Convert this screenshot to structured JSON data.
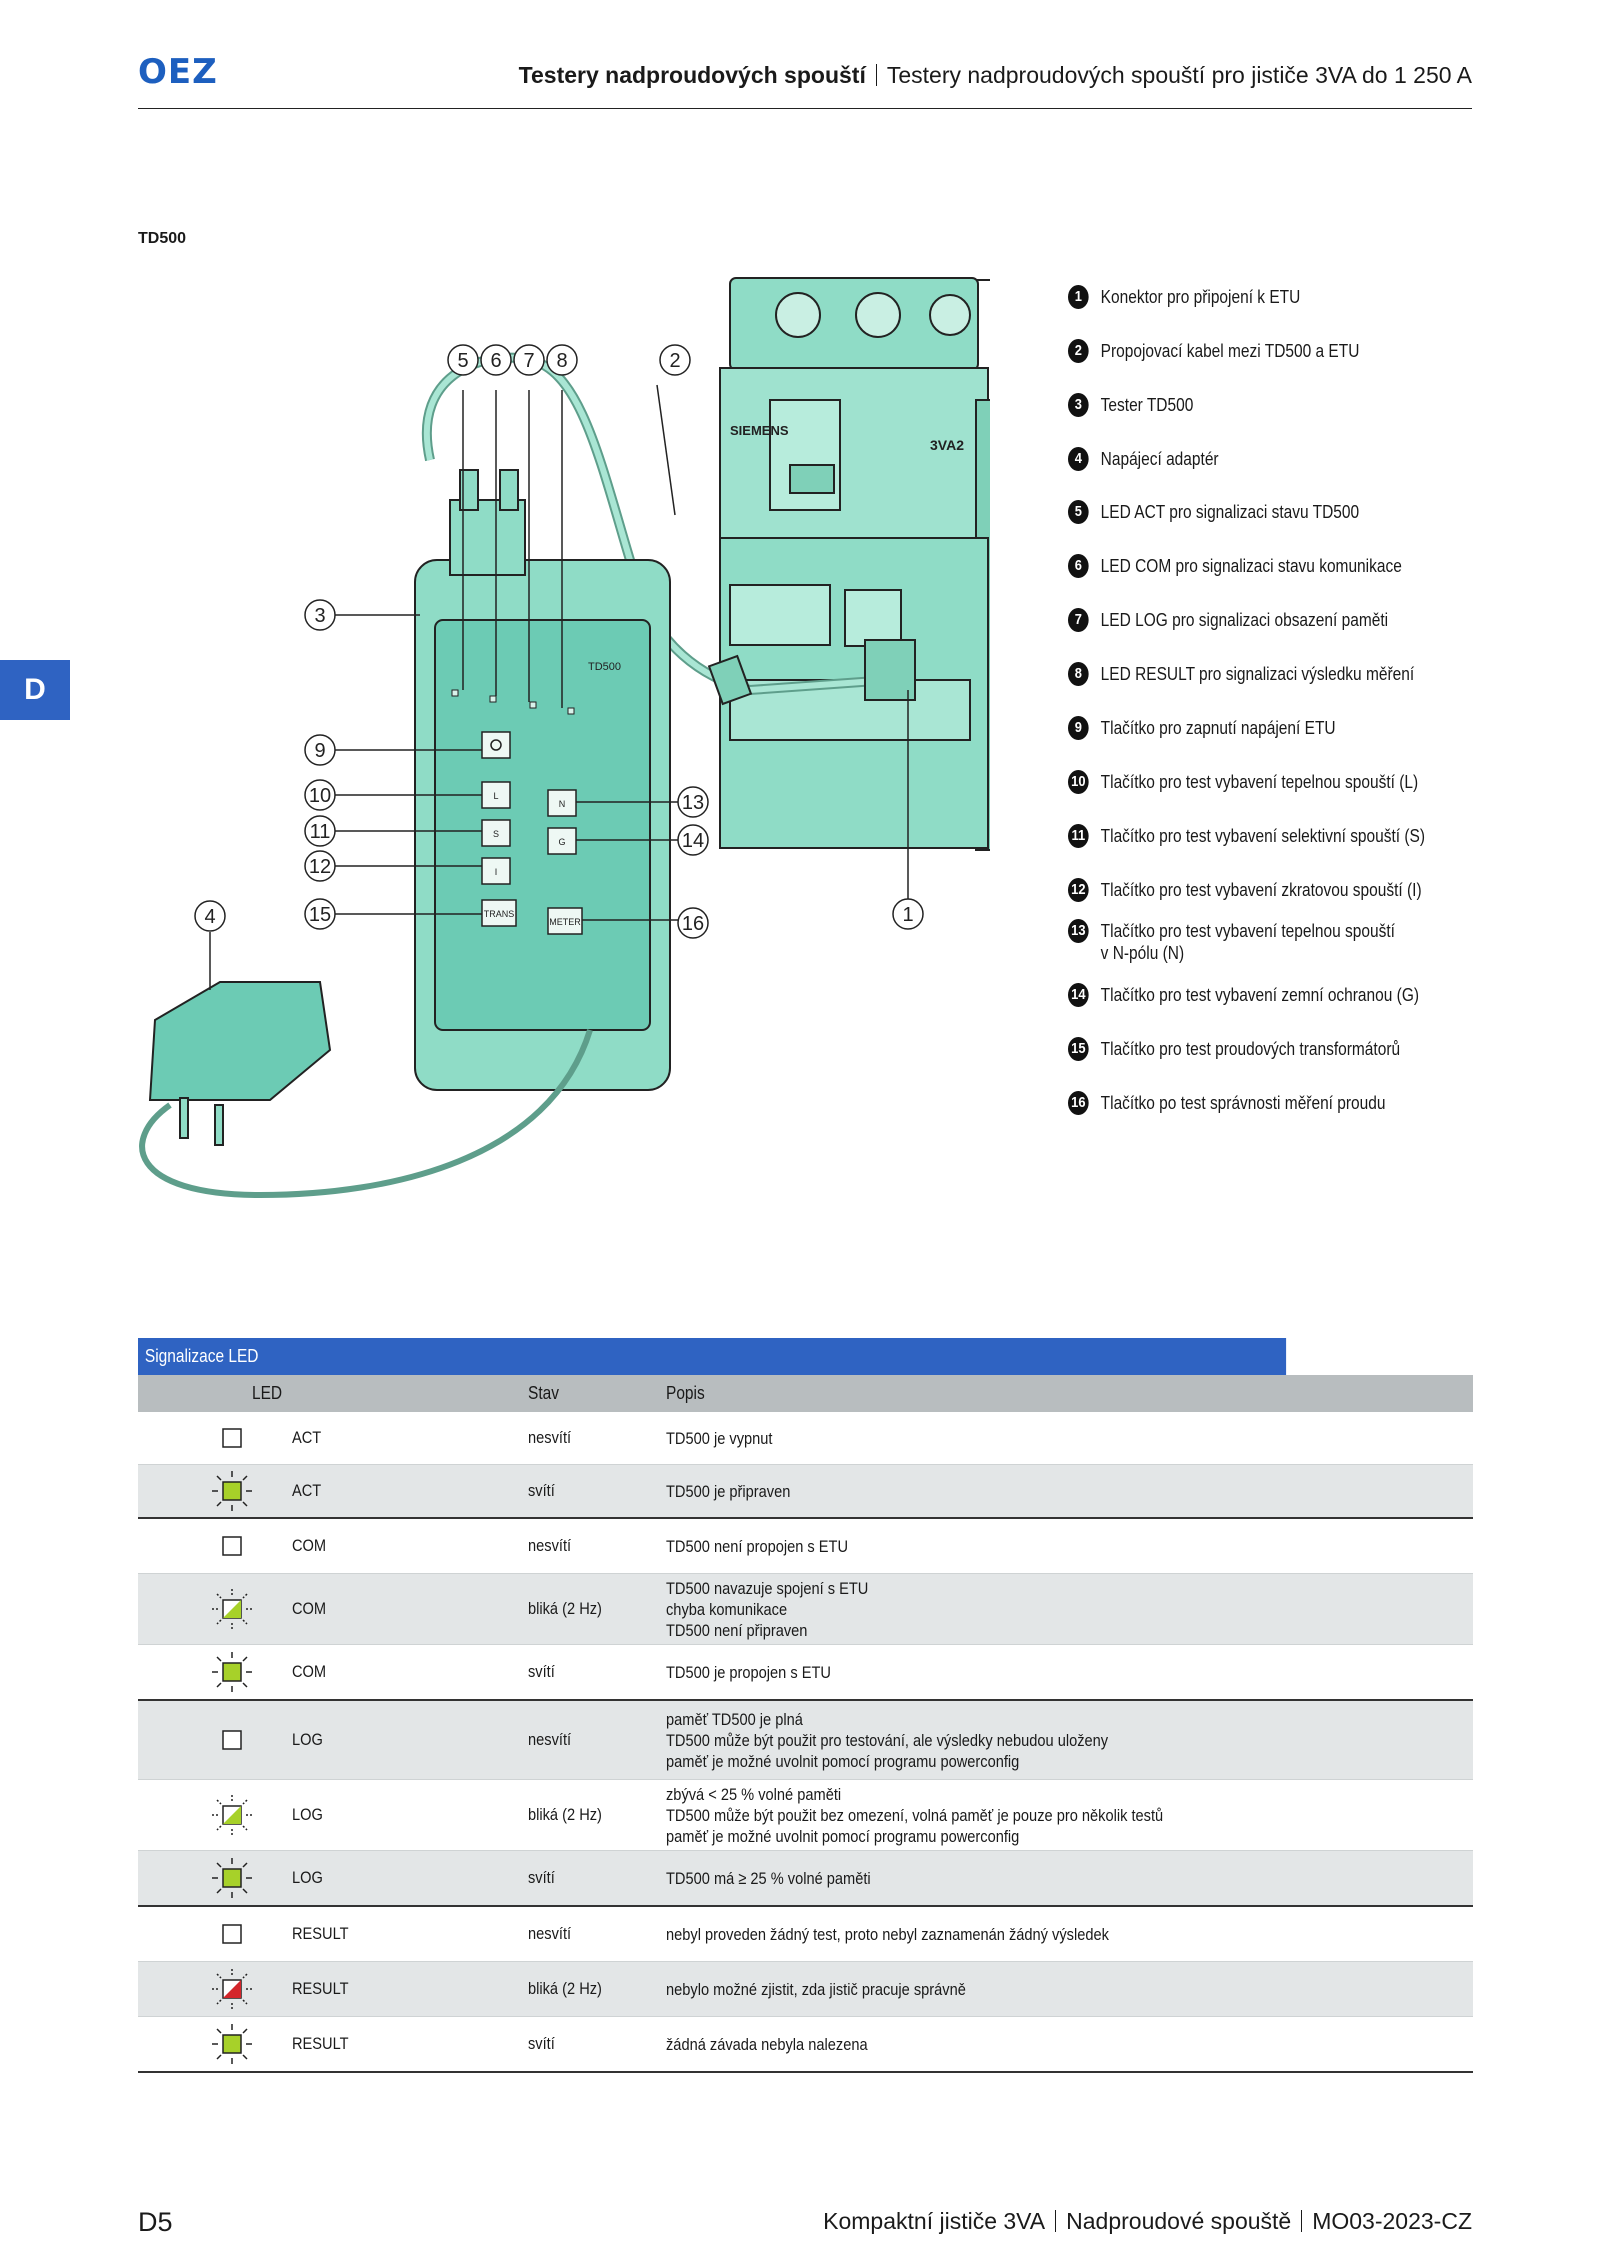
{
  "header": {
    "logo": "OEZ",
    "title_bold": "Testery nadproudových spouští",
    "title_rest": "Testery nadproudových spouští pro jističe 3VA do 1 250 A"
  },
  "side_tab": "D",
  "section_label": "TD500",
  "figure": {
    "device_labels": {
      "brand": "SIEMENS",
      "model": "3VA2",
      "tester": "TD500"
    },
    "tester_buttons": [
      "L",
      "N",
      "S",
      "G",
      "I",
      "TRANS",
      "METER"
    ],
    "callouts": [
      "1",
      "2",
      "3",
      "4",
      "5",
      "6",
      "7",
      "8",
      "9",
      "10",
      "11",
      "12",
      "13",
      "14",
      "15",
      "16"
    ]
  },
  "legend": [
    {
      "n": "1",
      "text": "Konektor pro připojení k ETU"
    },
    {
      "n": "2",
      "text": "Propojovací kabel mezi TD500 a ETU"
    },
    {
      "n": "3",
      "text": "Tester TD500"
    },
    {
      "n": "4",
      "text": "Napájecí adaptér"
    },
    {
      "n": "5",
      "text": "LED ACT pro signalizaci stavu TD500"
    },
    {
      "n": "6",
      "text": "LED COM pro signalizaci stavu komunikace"
    },
    {
      "n": "7",
      "text": "LED LOG pro signalizaci obsazení paměti"
    },
    {
      "n": "8",
      "text": "LED RESULT pro signalizaci výsledku měření"
    },
    {
      "n": "9",
      "text": "Tlačítko pro zapnutí napájení ETU"
    },
    {
      "n": "10",
      "text": "Tlačítko pro test vybavení tepelnou spouští (L)"
    },
    {
      "n": "11",
      "text": "Tlačítko pro test vybavení selektivní spouští (S)"
    },
    {
      "n": "12",
      "text": "Tlačítko pro test vybavení zkratovou spouští (I)"
    },
    {
      "n": "13",
      "text": "Tlačítko pro test vybavení tepelnou spouští",
      "text2": "v N-pólu (N)"
    },
    {
      "n": "14",
      "text": "Tlačítko pro test vybavení zemní ochranou (G)"
    },
    {
      "n": "15",
      "text": "Tlačítko pro test proudových transformátorů"
    },
    {
      "n": "16",
      "text": "Tlačítko po test správnosti měření proudu"
    }
  ],
  "table": {
    "title": "Signalizace LED",
    "headers": {
      "led": "LED",
      "state": "Stav",
      "desc": "Popis"
    },
    "rows": [
      {
        "icon": "off",
        "name": "ACT",
        "state": "nesvítí",
        "desc": [
          "TD500 je vypnut"
        ]
      },
      {
        "icon": "on-green",
        "name": "ACT",
        "state": "svítí",
        "desc": [
          "TD500 je připraven"
        ]
      },
      {
        "icon": "off",
        "name": "COM",
        "state": "nesvítí",
        "desc": [
          "TD500 není propojen s ETU"
        ]
      },
      {
        "icon": "blink-green",
        "name": "COM",
        "state": "bliká (2 Hz)",
        "desc": [
          "TD500 navazuje spojení s ETU",
          "chyba komunikace",
          "TD500 není připraven"
        ]
      },
      {
        "icon": "on-green",
        "name": "COM",
        "state": "svítí",
        "desc": [
          "TD500 je propojen s ETU"
        ]
      },
      {
        "icon": "off",
        "name": "LOG",
        "state": "nesvítí",
        "desc": [
          "paměť TD500 je plná",
          "TD500 může být použit pro testování, ale výsledky nebudou uloženy",
          "paměť je možné uvolnit pomocí programu powerconfig"
        ]
      },
      {
        "icon": "blink-green",
        "name": "LOG",
        "state": "bliká (2 Hz)",
        "desc": [
          "zbývá < 25 % volné paměti",
          "TD500 může být použit bez omezení, volná paměť je pouze pro několik testů",
          "paměť je možné uvolnit pomocí programu powerconfig"
        ]
      },
      {
        "icon": "on-green",
        "name": "LOG",
        "state": "svítí",
        "desc": [
          "TD500 má ≥ 25 % volné paměti"
        ]
      },
      {
        "icon": "off",
        "name": "RESULT",
        "state": "nesvítí",
        "desc": [
          "nebyl proveden žádný test, proto nebyl zaznamenán žádný výsledek"
        ]
      },
      {
        "icon": "blink-red",
        "name": "RESULT",
        "state": "bliká (2 Hz)",
        "desc": [
          "nebylo možné zjistit, zda jistič pracuje správně"
        ]
      },
      {
        "icon": "on-green",
        "name": "RESULT",
        "state": "svítí",
        "desc": [
          "žádná závada nebyla nalezena"
        ]
      }
    ]
  },
  "footer": {
    "page": "D5",
    "parts": [
      "Kompaktní jističe 3VA",
      "Nadproudové spouště",
      "MO03-2023-CZ"
    ]
  },
  "colors": {
    "brand_blue": "#2f63c2",
    "device_green": "#7fd6bd",
    "led_green": "#a7d129",
    "led_red": "#d3262b"
  }
}
